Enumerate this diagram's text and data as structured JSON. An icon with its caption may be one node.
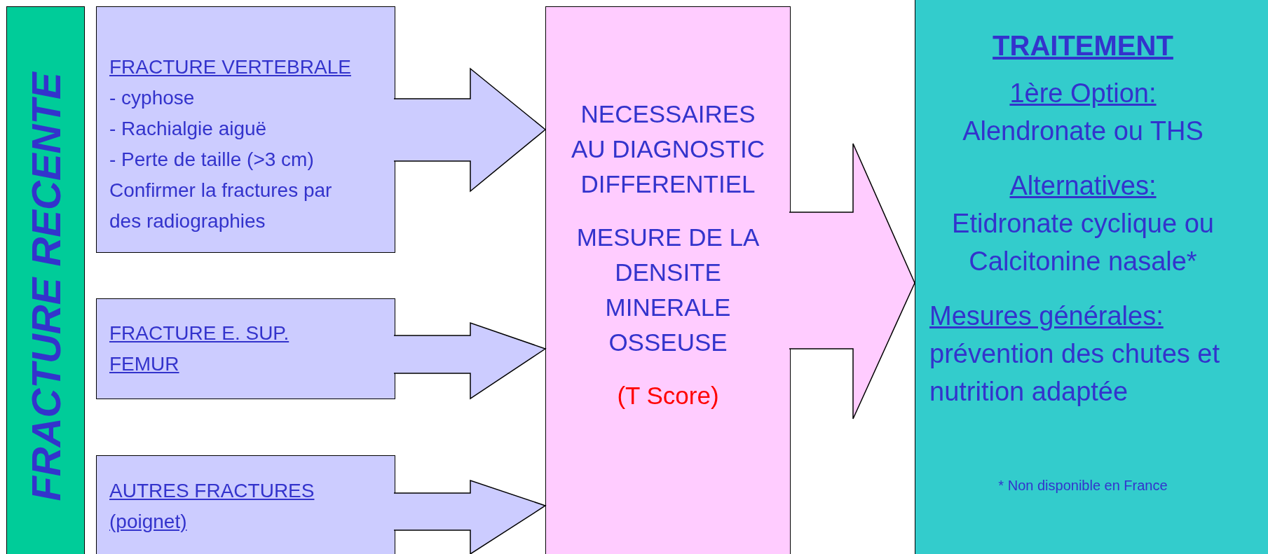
{
  "diagram": {
    "nodes": [
      {
        "text": [
          "FRACTURE RECENTE"
        ]
      },
      {
        "text": [
          "FRACTURE VERTEBRALE",
          "- cyphose",
          "- Rachialgie aiguë",
          "- Perte de taille (>3 cm)",
          "Confirmer la fractures par des radiographies"
        ]
      },
      {
        "text": [
          "FRACTURE E. SUP. FEMUR"
        ]
      },
      {
        "text": [
          "AUTRES FRACTURES (poignet)"
        ]
      },
      {
        "text": [
          "NECESSAIRES AU DIAGNOSTIC DIFFERENTIEL",
          "MESURE DE LA DENSITE MINERALE OSSEUSE",
          "(T Score)"
        ]
      },
      {
        "text": [
          "TRAITEMENT",
          "1ère Option:",
          "Alendronate ou THS",
          "Alternatives:",
          "Etidronate cyclique ou Calcitonine nasale*",
          "Mesures générales:",
          "prévention des chutes et nutrition adaptée",
          "* Non disponible en France"
        ]
      }
    ],
    "edges": [
      {
        "from": 1,
        "to": 4,
        "arrow": "to"
      },
      {
        "from": 2,
        "to": 4,
        "arrow": "to"
      },
      {
        "from": 3,
        "to": 4,
        "arrow": "to"
      },
      {
        "from": 4,
        "to": 5,
        "arrow": "to",
        "color": "#ffccff"
      }
    ]
  }
}
